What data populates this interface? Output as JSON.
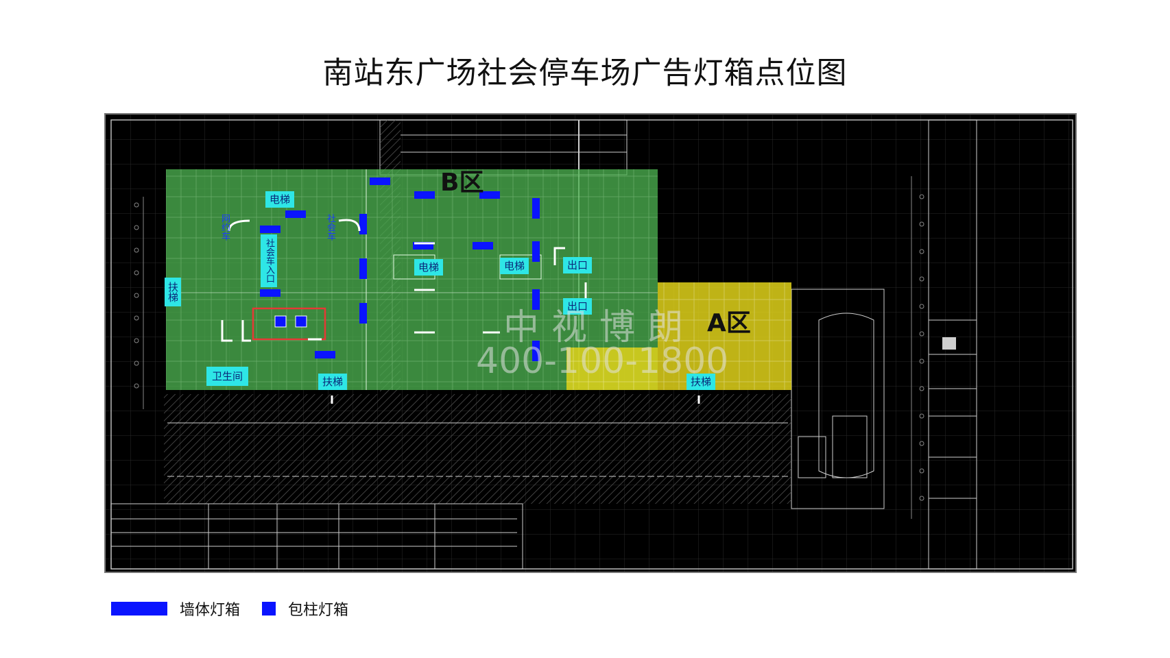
{
  "title": "南站东广场社会停车场广告灯箱点位图",
  "zones": {
    "b": "B区",
    "a": "A区"
  },
  "labels": {
    "elevator": "电梯",
    "escalator": "扶梯",
    "exit": "出口",
    "restroom": "卫生间",
    "entrance": "社会车入口",
    "pickup": "网约车",
    "social_car": "社会车"
  },
  "watermark": {
    "name": "中视博朗",
    "phone": "400-100-1800"
  },
  "legend": [
    {
      "label": "墙体灯箱",
      "shape": "wall-bar",
      "color": "#0a14ff"
    },
    {
      "label": "包柱灯箱",
      "shape": "column-square",
      "color": "#0a14ff"
    }
  ],
  "colors": {
    "zone_b": "#4caf50",
    "zone_a": "#e0d21a",
    "lightbox": "#0a14ff",
    "label_bg": "#2ee6e6",
    "highlight": "#e53935"
  }
}
